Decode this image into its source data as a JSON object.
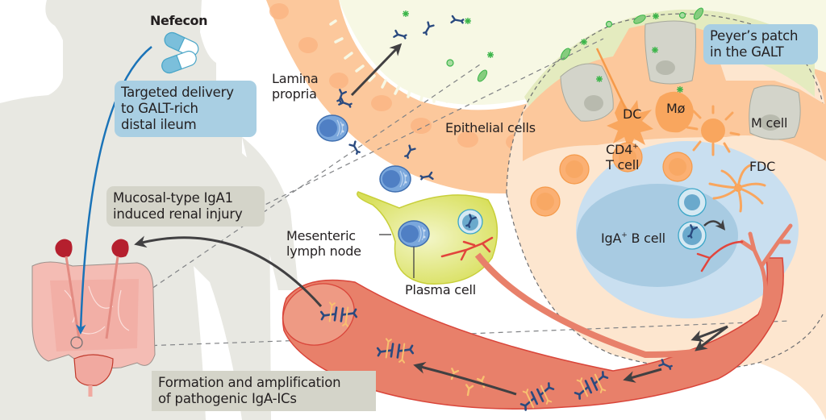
{
  "figure": {
    "drug_name": "Nefecon",
    "labels": {
      "targeted_delivery": [
        "Targeted delivery",
        "to GALT-rich",
        "distal ileum"
      ],
      "renal_injury": [
        "Mucosal-type IgA1",
        "induced renal injury"
      ],
      "formation": [
        "Formation and amplification",
        "of pathogenic IgA-ICs"
      ],
      "peyers_patch": [
        "Peyer’s patch",
        "in the GALT"
      ],
      "lamina_propria": [
        "Lamina",
        "propria"
      ],
      "epithelial_cells": "Epithelial cells",
      "mesenteric_lymph_node": [
        "Mesenteric",
        "lymph node"
      ],
      "plasma_cell": "Plasma cell",
      "dc": "DC",
      "macrophage": "Mø",
      "m_cell": "M cell",
      "cd4_prefix": "CD4",
      "cd4_sup": "+",
      "t_cell": "T cell",
      "fdc": "FDC",
      "iga_prefix": "IgA",
      "iga_sup": "+",
      "b_cell": "B cell"
    },
    "colors": {
      "silhouette": "#e8e8e2",
      "blue_box": "#a9cfe3",
      "grey_box": "#d4d4c9",
      "epithelium": "#fcc89c",
      "lumen": "#f7f8e4",
      "vessel": "#e8806a",
      "vessel_edge": "#d9453a",
      "lymph_node": "#dde46a",
      "germinal_center": "#c9dff0",
      "delivery_arrow": "#1a73b8",
      "iga_dark": "#2a4a7f",
      "iga_light": "#f8c070",
      "kidney": "#b51f2e",
      "colon": "#f4bcb4"
    }
  }
}
